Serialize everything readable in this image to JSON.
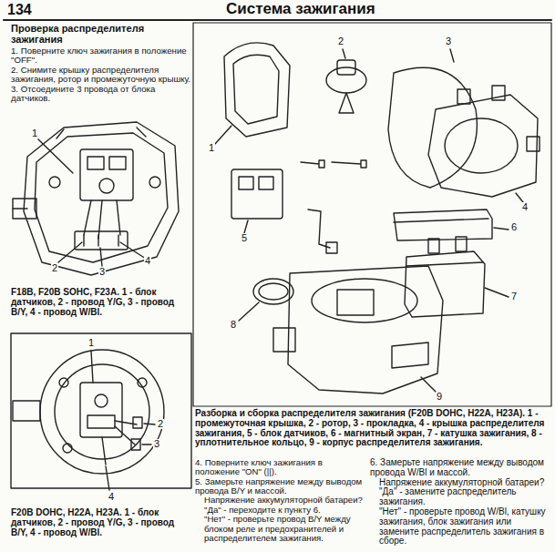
{
  "diagram": {
    "title": "Система зажигания",
    "labels": [
      "134",
      "Проверка распределителя зажигания",
      "1. Поверните ключ зажигания в положение \"OFF\".",
      "2. Снимите крышку распределителя зажигания, ротор и промежуточную крышку.",
      "3. Отсоедините 3 провода от блока датчиков.",
      "1",
      "2",
      "3",
      "4",
      "F18B, F20B SOHC, F23A. 1 - блок датчиков, 2 - провод Y/G, 3 - провод B/Y, 4 - провод W/Bl.",
      "1",
      "2",
      "3",
      "4",
      "F20B DOHC, H22A, H23A. 1 - блок датчиков, 2 - провод Y/G, 3 - провод B/Y, 4 - провод W/Bl.",
      "1",
      "2",
      "3",
      "4",
      "5",
      "6",
      "7",
      "8",
      "9",
      "Разборка и сборка распределителя зажигания (F20B DOHC, H22A, H23A). 1 - промежуточная крышка, 2 - ротор, 3 - прокладка, 4 - крышка распределителя зажигания, 5 - блок датчиков, 6 - магнитный экран, 7 - катушка зажигания, 8 - уплотнительное кольцо, 9 - корпус распределителя зажигания.",
      "4. Поверните ключ зажигания в положение \"ON\" (||).",
      "5. Замерьте напряжение между выводом провода B/Y и массой.",
      "Напряжение аккумуляторной батареи?",
      "\"Да\" - переходите к пункту 6.",
      "\"Нет\" - проверьте провод B/Y между блоком реле и предохранителей и распределителем зажигания.",
      "6. Замерьте напряжение между выводом провода W/Bl и массой.",
      "Напряжение аккумуляторной батареи?",
      "\"Да\" - замените распределитель зажигания.",
      "\"Нет\" - проверьте провод W/Bl, катушку зажигания, блок зажигания или замените распределитель зажигания в сборе."
    ]
  }
}
